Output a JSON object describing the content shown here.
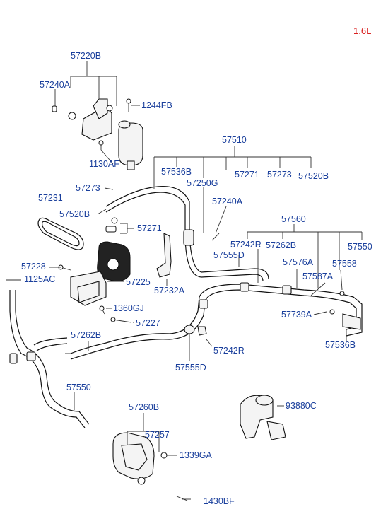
{
  "engine": "1.6L",
  "labels": {
    "p57220B": "57220B",
    "p57240A_top": "57240A",
    "p1244FB": "1244FB",
    "p1130AF": "1130AF",
    "p57510": "57510",
    "p57536B_top": "57536B",
    "p57250G": "57250G",
    "p57271_top": "57271",
    "p57273_top": "57273",
    "p57520B_top": "57520B",
    "p57231": "57231",
    "p57273_left": "57273",
    "p57520B_left": "57520B",
    "p57240A_mid": "57240A",
    "p57271_left": "57271",
    "p57560": "57560",
    "p57242R_top": "57242R",
    "p57262B_top": "57262B",
    "p57550_right": "57550",
    "p57555D_top": "57555D",
    "p57576A": "57576A",
    "p57558": "57558",
    "p57587A": "57587A",
    "p57228": "57228",
    "p1125AC": "1125AC",
    "p57225": "57225",
    "p57232A": "57232A",
    "p1360GJ": "1360GJ",
    "p57227": "57227",
    "p57739A": "57739A",
    "p57262B_left": "57262B",
    "p57242R_mid": "57242R",
    "p57536B_right": "57536B",
    "p57555D_mid": "57555D",
    "p57550_left": "57550",
    "p57260B": "57260B",
    "p57257": "57257",
    "p93880C": "93880C",
    "p1339GA": "1339GA",
    "p1430BF": "1430BF"
  }
}
